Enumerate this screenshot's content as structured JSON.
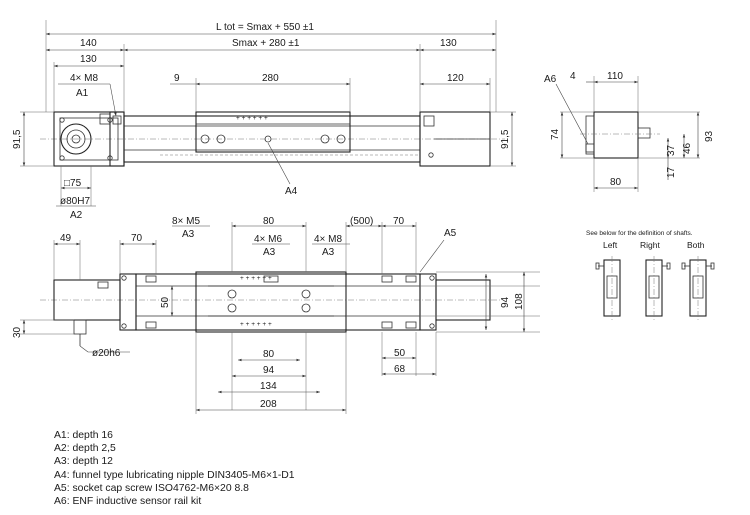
{
  "dims": {
    "ltot": "L tot = Smax + 550 ±1",
    "smax": "Smax + 280 ±1",
    "d140": "140",
    "d130_right": "130",
    "d130": "130",
    "d4m8_top": "4× M8",
    "a1_top": "A1",
    "d9": "9",
    "d280": "280",
    "d120": "120",
    "d91_5_left": "91,5",
    "d91_5_right": "91,5",
    "sq75": "□75",
    "dia80": "ø80H7",
    "a2": "A2",
    "a4": "A4",
    "a6": "A6",
    "d4": "4",
    "d110": "110",
    "d74": "74",
    "d93": "93",
    "d46": "46",
    "d37": "37",
    "d17": "17",
    "d80_side": "80",
    "d8m5": "8× M5",
    "a3_1": "A3",
    "d80_top": "80",
    "d4m6": "4× M6",
    "a3_2": "A3",
    "d4m8_bot": "4× M8",
    "a3_3": "A3",
    "d500": "(500)",
    "d70_right": "70",
    "a5": "A5",
    "d49": "49",
    "d70_left": "70",
    "d50_v": "50",
    "d94_v": "94",
    "d108_v": "108",
    "d30": "30",
    "dia20": "ø20h6",
    "d80_b": "80",
    "d94_b": "94",
    "d134_b": "134",
    "d208_b": "208",
    "d50_b": "50",
    "d68_b": "68"
  },
  "shafts": {
    "note": "See below for the definition of shafts.",
    "left": "Left",
    "right": "Right",
    "both": "Both"
  },
  "notes": [
    "A1: depth 16",
    "A2: depth 2,5",
    "A3: depth 12",
    "A4: funnel type lubricating nipple DIN3405-M6×1-D1",
    "A5: socket cap screw ISO4762-M6×20 8.8",
    "A6: ENF inductive sensor rail kit"
  ]
}
